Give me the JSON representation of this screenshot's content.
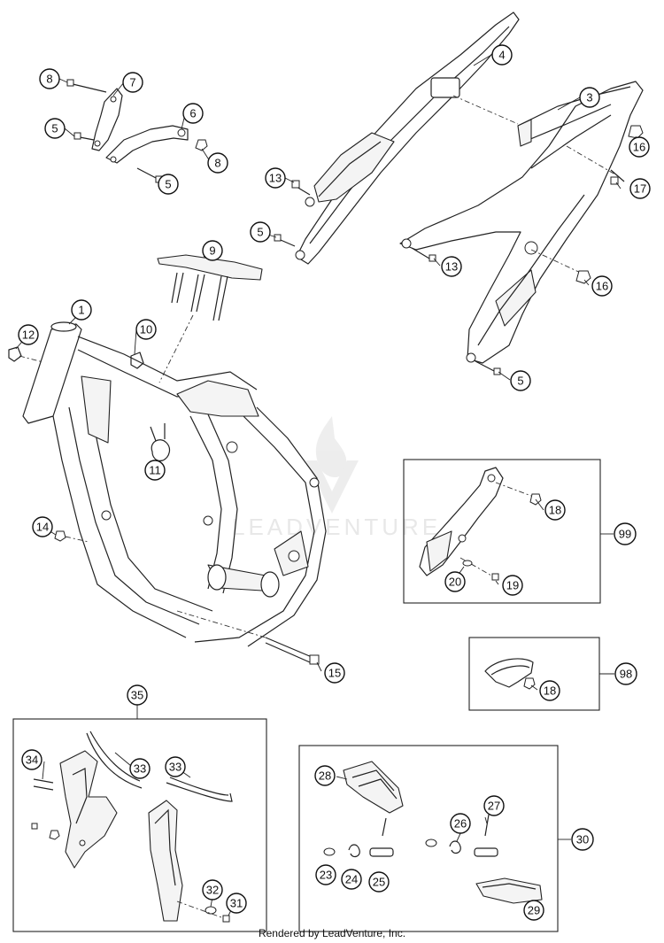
{
  "watermark": {
    "text": "LEADVENTURE"
  },
  "footer": {
    "text": "Rendered by LeadVenture, Inc."
  },
  "callouts": [
    "1",
    "3",
    "4",
    "5",
    "6",
    "7",
    "8",
    "9",
    "10",
    "11",
    "12",
    "13",
    "14",
    "15",
    "16",
    "17",
    "18",
    "19",
    "20",
    "23",
    "24",
    "25",
    "26",
    "27",
    "28",
    "29",
    "30",
    "31",
    "32",
    "33",
    "34",
    "35",
    "98",
    "99"
  ]
}
